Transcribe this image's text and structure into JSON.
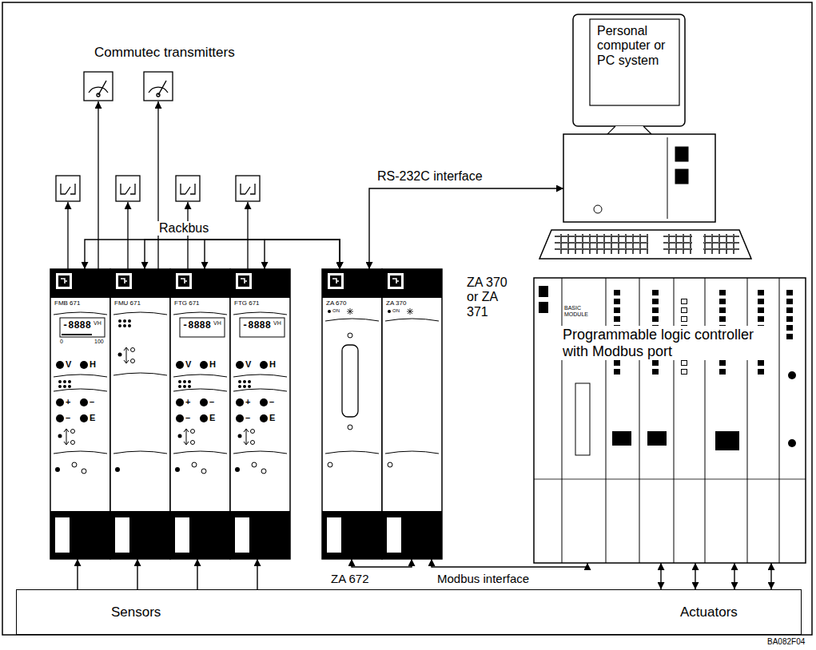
{
  "diagram": {
    "nodes": [
      {
        "text": [
          "Personal computer or PC system"
        ]
      },
      {
        "text": [
          "FMB 671"
        ]
      },
      {
        "text": [
          "FMU 671"
        ]
      },
      {
        "text": [
          "FTG 671"
        ]
      },
      {
        "text": [
          "FTG 671"
        ]
      },
      {
        "text": [
          "ZA 670"
        ]
      },
      {
        "text": [
          "ZA 370"
        ]
      },
      {
        "text": [
          "Programmable logic controller with Modbus port"
        ]
      },
      {
        "text": [
          "Sensors",
          "Actuators"
        ]
      }
    ],
    "edges": [
      {
        "from": 8,
        "to": 1,
        "arrow": "to"
      },
      {
        "from": 8,
        "to": 2,
        "arrow": "to"
      },
      {
        "from": 8,
        "to": 3,
        "arrow": "to"
      },
      {
        "from": 8,
        "to": 4,
        "arrow": "to"
      },
      {
        "from": 1,
        "to": 5,
        "arrow": "both"
      },
      {
        "from": 2,
        "to": 5,
        "arrow": "both"
      },
      {
        "from": 3,
        "to": 5,
        "arrow": "both"
      },
      {
        "from": 4,
        "to": 5,
        "arrow": "both"
      },
      {
        "from": 5,
        "to": 0,
        "label": "RS-232C interface",
        "arrow": "both"
      },
      {
        "from": 5,
        "to": 6,
        "label": "ZA 672",
        "arrow": "both"
      },
      {
        "from": 6,
        "to": 7,
        "label": "Modbus interface",
        "arrow": "both"
      },
      {
        "from": 7,
        "to": 8,
        "arrow": "both"
      },
      {
        "from": 7,
        "to": 8,
        "arrow": "both"
      },
      {
        "from": 7,
        "to": 8,
        "arrow": "both"
      },
      {
        "from": 7,
        "to": 8,
        "arrow": "both"
      }
    ],
    "labels": [
      "Commutec transmitters",
      "Rackbus",
      "ZA 370 or ZA 371",
      "BASIC MODULE",
      "BA082F04",
      "-8888",
      "VH",
      "0",
      "100",
      "V",
      "H",
      "+",
      "–",
      "–",
      "E",
      "-8888",
      "VH",
      "V",
      "H",
      "+",
      "–",
      "–",
      "E",
      "-8888",
      "VH",
      "V",
      "H",
      "+",
      "–",
      "–",
      "E",
      "ON",
      "ON"
    ]
  }
}
